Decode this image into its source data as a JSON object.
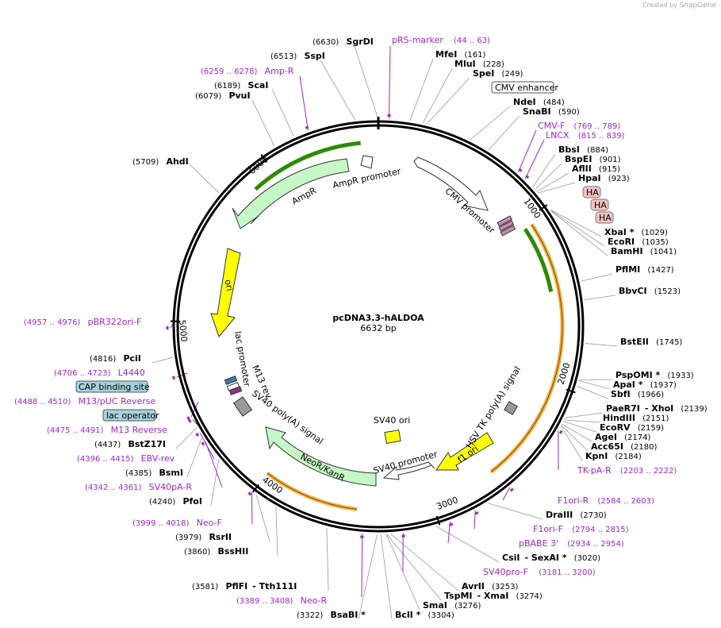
{
  "credit": {
    "created_by": "Created by",
    "brand": "SnapGene"
  },
  "plasmid": {
    "name": "pcDNA3.3-hALDOA",
    "length_label": "6632 bp",
    "length": 6632
  },
  "colors": {
    "enzyme": "#000000",
    "primer": "#9d27c9",
    "promoter": "#ffffff",
    "gene": "#c6f7c6",
    "origin": "#ffff00",
    "feature_box_blue": "#a7d2dc",
    "ha_tag": "#f4c2c2",
    "orange_band": "#f5b041",
    "green_band": "#2e8b00"
  },
  "tick_labels": [
    {
      "text": "1000",
      "pos": 1000
    },
    {
      "text": "2000",
      "pos": 2000
    },
    {
      "text": "3000",
      "pos": 3000
    },
    {
      "text": "4000",
      "pos": 4000
    },
    {
      "text": "5000",
      "pos": 5000
    },
    {
      "text": "6000",
      "pos": 6000
    }
  ],
  "features": [
    {
      "name": "AmpR promoter",
      "kind": "promoter",
      "label": "AmpR promoter"
    },
    {
      "name": "AmpR",
      "kind": "gene",
      "label": "AmpR"
    },
    {
      "name": "ori",
      "kind": "origin",
      "label": "ori"
    },
    {
      "name": "CMV promoter",
      "kind": "promoter",
      "label": "CMV promoter"
    },
    {
      "name": "lac promoter",
      "kind": "label",
      "label": "lac promoter"
    },
    {
      "name": "M13 rev",
      "kind": "label",
      "label": "M13 rev"
    },
    {
      "name": "SV40 poly(A) signal",
      "kind": "label",
      "label": "SV40 poly(A) signal"
    },
    {
      "name": "NeoR/KanR",
      "kind": "gene",
      "label": "NeoR/KanR"
    },
    {
      "name": "SV40 ori",
      "kind": "box",
      "label": "SV40 ori"
    },
    {
      "name": "SV40 promoter",
      "kind": "promoter",
      "label": "SV40 promoter"
    },
    {
      "name": "f1 ori",
      "kind": "origin",
      "label": "f1 ori"
    },
    {
      "name": "HSV TK poly(A) signal",
      "kind": "label",
      "label": "HSV TK poly(A) signal"
    }
  ],
  "enzymes": [
    {
      "name": "SgrDI",
      "pos": "(6630)"
    },
    {
      "name": "SspI",
      "pos": "(6513)"
    },
    {
      "name": "ScaI",
      "pos": "(6189)"
    },
    {
      "name": "PvuI",
      "pos": "(6079)"
    },
    {
      "name": "AhdI",
      "pos": "(5709)"
    },
    {
      "name": "MfeI",
      "pos": "(161)"
    },
    {
      "name": "MluI",
      "pos": "(228)"
    },
    {
      "name": "SpeI",
      "pos": "(249)"
    },
    {
      "name": "NdeI",
      "pos": "(484)"
    },
    {
      "name": "SnaBI",
      "pos": "(590)"
    },
    {
      "name": "BbsI",
      "pos": "(884)"
    },
    {
      "name": "BspEI",
      "pos": "(901)"
    },
    {
      "name": "AflII",
      "pos": "(915)"
    },
    {
      "name": "HpaI",
      "pos": "(923)"
    },
    {
      "name": "XbaI *",
      "pos": "(1029)"
    },
    {
      "name": "EcoRI",
      "pos": "(1035)"
    },
    {
      "name": "BamHI",
      "pos": "(1041)"
    },
    {
      "name": "PflMI",
      "pos": "(1427)"
    },
    {
      "name": "BbvCI",
      "pos": "(1523)"
    },
    {
      "name": "BstEII",
      "pos": "(1745)"
    },
    {
      "name": "PspOMI *",
      "pos": "(1933)"
    },
    {
      "name": "ApaI *",
      "pos": "(1937)"
    },
    {
      "name": "SbfI",
      "pos": "(1966)"
    },
    {
      "name": "PaeR7I",
      "pos": ""
    },
    {
      "name": "- XhoI",
      "pos": "(2139)"
    },
    {
      "name": "HindIII",
      "pos": "(2151)"
    },
    {
      "name": "EcoRV",
      "pos": "(2159)"
    },
    {
      "name": "AgeI",
      "pos": "(2174)"
    },
    {
      "name": "Acc65I",
      "pos": "(2180)"
    },
    {
      "name": "KpnI",
      "pos": "(2184)"
    },
    {
      "name": "DraIII",
      "pos": "(2730)"
    },
    {
      "name": "CsiI",
      "pos": ""
    },
    {
      "name": "- SexAI *",
      "pos": "(3020)"
    },
    {
      "name": "AvrII",
      "pos": "(3253)"
    },
    {
      "name": "TspMI",
      "pos": ""
    },
    {
      "name": "- XmaI",
      "pos": "(3274)"
    },
    {
      "name": "SmaI",
      "pos": "(3276)"
    },
    {
      "name": "BclI *",
      "pos": "(3304)"
    },
    {
      "name": "BsaBI *",
      "pos": "(3322)"
    },
    {
      "name": "PflFI",
      "pos": "(3581)"
    },
    {
      "name": "- Tth111I",
      "pos": ""
    },
    {
      "name": "BssHII",
      "pos": "(3860)"
    },
    {
      "name": "RsrII",
      "pos": "(3979)"
    },
    {
      "name": "PfoI",
      "pos": "(4240)"
    },
    {
      "name": "BsmI",
      "pos": "(4385)"
    },
    {
      "name": "BstZ17I",
      "pos": "(4437)"
    },
    {
      "name": "PciI",
      "pos": "(4816)"
    }
  ],
  "primers": [
    {
      "name": "pRS-marker",
      "range": "(44 .. 63)"
    },
    {
      "name": "Amp-R",
      "range": "(6259 .. 6278)"
    },
    {
      "name": "CMV-F",
      "range": "(769 .. 789)"
    },
    {
      "name": "LNCX",
      "range": "(815 .. 839)"
    },
    {
      "name": "pBR322ori-F",
      "range": "(4957 .. 4976)"
    },
    {
      "name": "L4440",
      "range": "(4706 .. 4723)"
    },
    {
      "name": "M13/pUC Reverse",
      "range": "(4488 .. 4510)"
    },
    {
      "name": "M13 Reverse",
      "range": "(4475 .. 4491)"
    },
    {
      "name": "EBV-rev",
      "range": "(4396 .. 4415)"
    },
    {
      "name": "SV40pA-R",
      "range": "(4342 .. 4361)"
    },
    {
      "name": "Neo-F",
      "range": "(3999 .. 4018)"
    },
    {
      "name": "Neo-R",
      "range": "(3389 .. 3408)"
    },
    {
      "name": "SV40pro-F",
      "range": "(3181 .. 3200)"
    },
    {
      "name": "pBABE 3'",
      "range": "(2934 .. 2954)"
    },
    {
      "name": "F1ori-F",
      "range": "(2794 .. 2815)"
    },
    {
      "name": "F1ori-R",
      "range": "(2584 .. 2603)"
    },
    {
      "name": "TK-pA-R",
      "range": "(2203 .. 2222)"
    }
  ],
  "boxed_labels": [
    {
      "name": "CMV enhancer"
    },
    {
      "name": "HA"
    },
    {
      "name": "HA"
    },
    {
      "name": "HA"
    },
    {
      "name": "CAP binding site"
    },
    {
      "name": "lac operator"
    }
  ]
}
